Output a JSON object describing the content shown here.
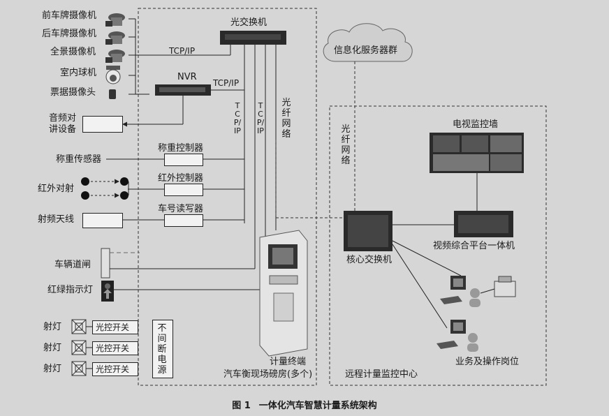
{
  "cameras": [
    "前车牌摄像机",
    "后车牌摄像机",
    "全景摄像机",
    "室内球机",
    "票据摄像头"
  ],
  "audio": "音频对讲设备",
  "weighSensor": "称重传感器",
  "infrared": "红外对射",
  "rfAntenna": "射频天线",
  "gate": "车辆道闸",
  "trafficLight": "红绿指示灯",
  "spotlight": "射灯",
  "lightSwitch": "光控开关",
  "ups": "不间断电源",
  "controllers": [
    "称重控制器",
    "红外控制器",
    "车号读写器"
  ],
  "nvr": "NVR",
  "opticalSwitch": "光交换机",
  "tcpip": "TCP/IP",
  "fiberNet": "光纤网络",
  "terminal": "计量终端",
  "siteRoom": "汽车衡现场磅房(多个)",
  "infoServers": "信息化服务器群",
  "tvWall": "电视监控墙",
  "coreSwitch": "核心交换机",
  "videoPlatform": "视频综合平台一体机",
  "operators": "业务及操作岗位",
  "remoteCenter": "远程计量监控中心",
  "caption": {
    "number": "图 1",
    "title": "一体化汽车智慧计量系统架构"
  }
}
